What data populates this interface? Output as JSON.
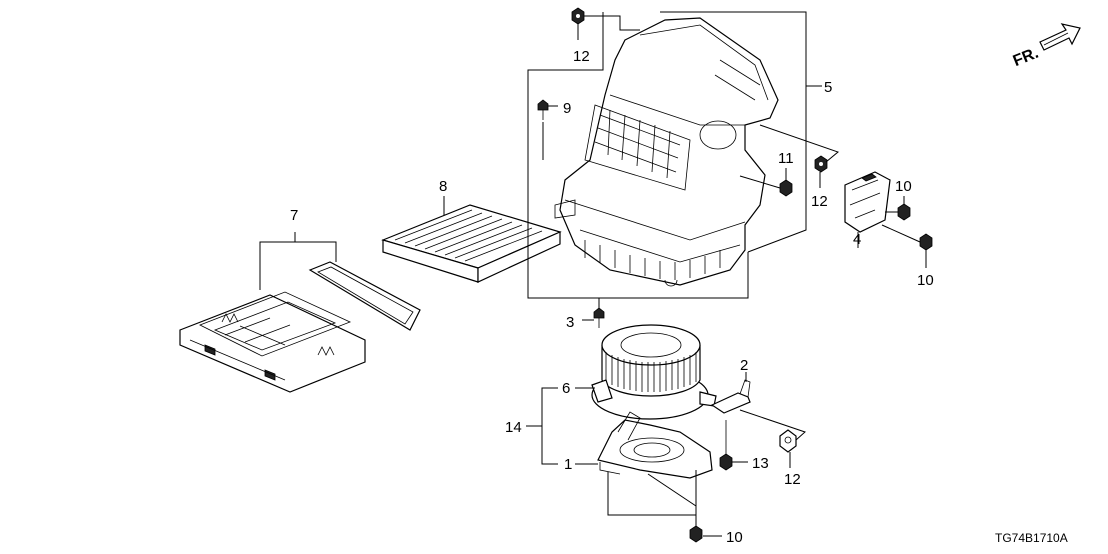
{
  "callouts": {
    "c1": "1",
    "c2": "2",
    "c3": "3",
    "c4": "4",
    "c5": "5",
    "c6": "6",
    "c7": "7",
    "c8": "8",
    "c9": "9",
    "c10a": "10",
    "c10b": "10",
    "c10c": "10",
    "c11": "11",
    "c12a": "12",
    "c12b": "12",
    "c12c": "12",
    "c13": "13",
    "c14": "14"
  },
  "direction_arrow": {
    "label": "FR.",
    "icon": "front-direction-arrow-icon"
  },
  "diagram_code": "TG74B1710A"
}
